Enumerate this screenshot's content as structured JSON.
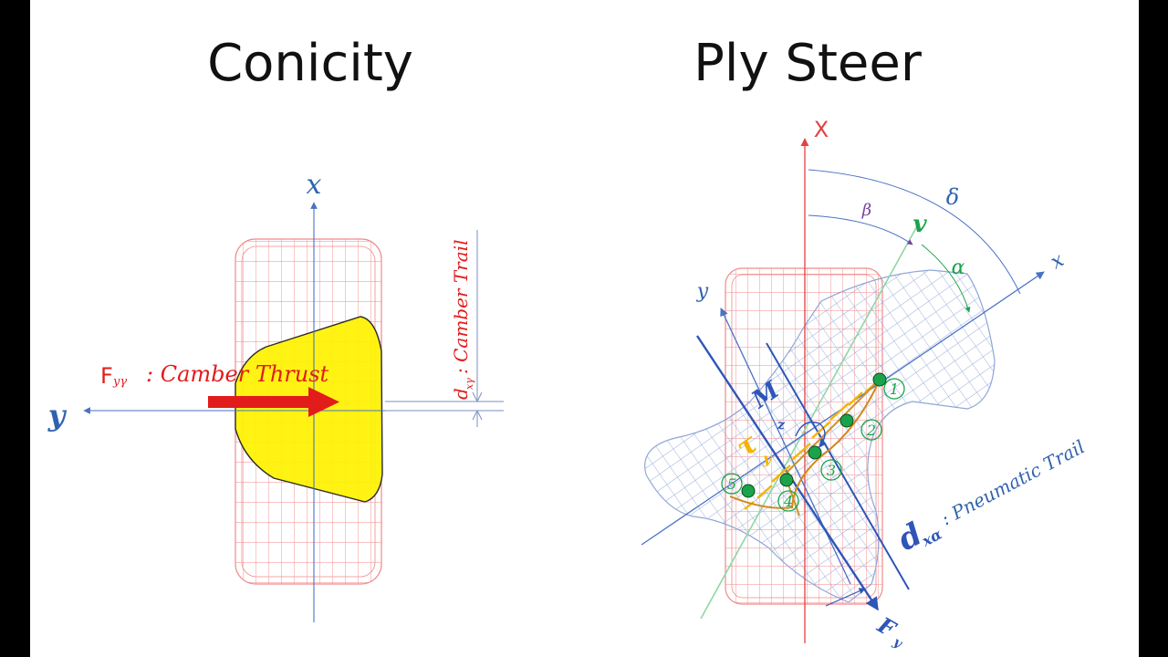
{
  "left_panel": {
    "title": "Conicity",
    "axis_x": "x",
    "axis_y": "y",
    "force_symbol": "F",
    "force_subscript": "yγ",
    "force_label": ": Camber Thrust",
    "trail_label": "d",
    "trail_subscript": "xγ",
    "trail_text": ": Camber Trail"
  },
  "right_panel": {
    "title": "Ply Steer",
    "axis_X": "X",
    "axis_x": "x",
    "axis_y": "y",
    "velocity": "v",
    "angle_beta": "β",
    "angle_delta": "δ",
    "angle_alpha": "α",
    "moment": "M",
    "moment_sub": "z",
    "tau": "τ",
    "tau_sub": "y",
    "force": "F",
    "force_sub": "y",
    "trail_d": "d",
    "trail_sub": "xα",
    "trail_text": ": Pneumatic Trail",
    "points": [
      "1",
      "2",
      "3",
      "4",
      "5"
    ]
  },
  "colors": {
    "grid_red": "#f08a8a",
    "grid_blue": "#8fa6d8",
    "axis_blue": "#4a72c4",
    "axis_red": "#e34040",
    "thrust_red": "#e21b1b",
    "patch_yellow": "#fff200",
    "green": "#1aa34a",
    "gold": "#f4b400",
    "purple": "#7a3fa0"
  }
}
